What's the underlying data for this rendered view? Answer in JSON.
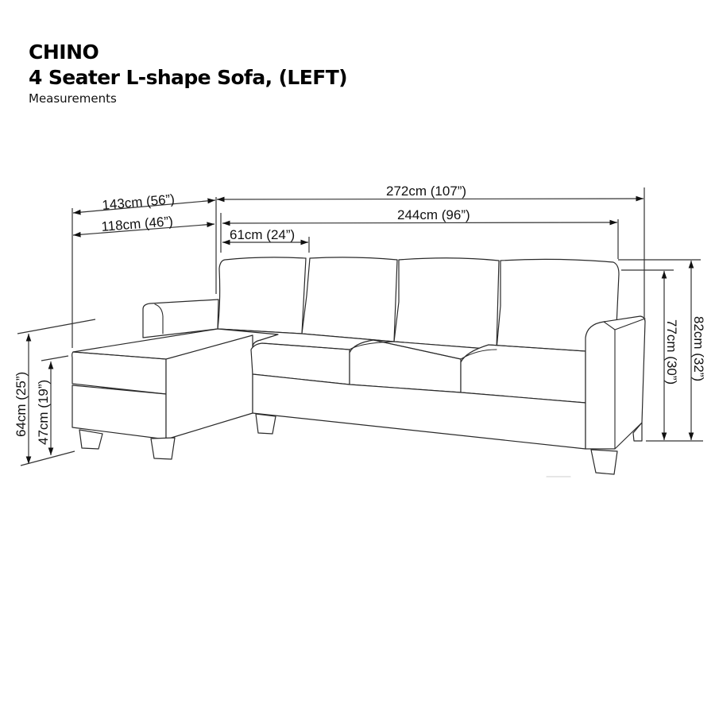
{
  "header": {
    "product_name": "CHINO",
    "product_type": "4 Seater L-shape Sofa, (LEFT)",
    "caption": "Measurements"
  },
  "diagram": {
    "subject": "L-shape sofa line drawing, left-hand chaise",
    "colors": {
      "line": "#2a2a2a",
      "text": "#111111",
      "background": "#ffffff"
    },
    "dimensions": {
      "chaise_overall_length": "143cm (56”)",
      "chaise_seat_length": "118cm (46”)",
      "overall_width": "272cm (107”)",
      "seat_width": "244cm (96”)",
      "seat_cushion_width": "61cm (24”)",
      "chaise_height": "64cm (25”)",
      "seat_height": "47cm (19”)",
      "back_height": "77cm (30”)",
      "overall_height": "82cm (32”)"
    }
  }
}
